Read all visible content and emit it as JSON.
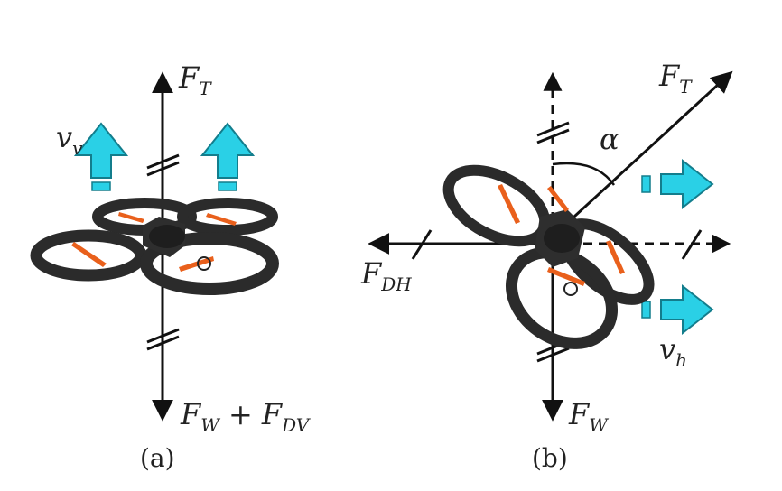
{
  "panel_a": {
    "caption": "(a)",
    "thrust_label": {
      "main": "F",
      "sub": "T"
    },
    "velocity_label": {
      "main": "v",
      "sub": "v"
    },
    "weight_drag_label": {
      "main1": "F",
      "sub1": "W",
      "plus": " + ",
      "main2": "F",
      "sub2": "DV"
    }
  },
  "panel_b": {
    "caption": "(b)",
    "thrust_label": {
      "main": "F",
      "sub": "T"
    },
    "angle_label": "α",
    "drag_label": {
      "main": "F",
      "sub": "DH"
    },
    "velocity_label": {
      "main": "v",
      "sub": "h"
    },
    "weight_label": {
      "main": "F",
      "sub": "W"
    }
  },
  "colors": {
    "arrow_fill": "#2ad0e6",
    "arrow_stroke": "#137d8c",
    "drone_ring": "#2b2b2b",
    "propeller": "#e9601c",
    "force_line": "#111111"
  }
}
